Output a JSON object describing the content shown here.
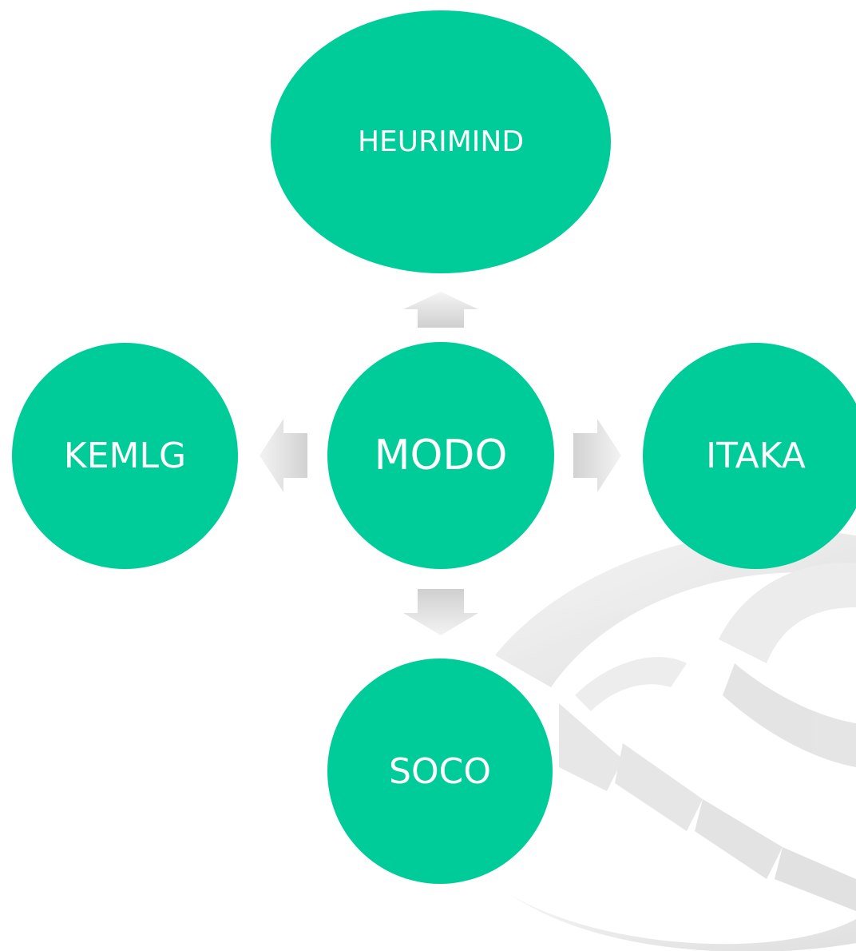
{
  "diagram": {
    "center": {
      "label": "MODO"
    },
    "nodes": [
      {
        "id": "top",
        "label": "HEURIMIND"
      },
      {
        "id": "left",
        "label": "KEMLG"
      },
      {
        "id": "right",
        "label": "ITAKA"
      },
      {
        "id": "bottom",
        "label": "SOCO"
      }
    ],
    "node_color": "#00cc99",
    "text_color": "#ffffff",
    "arrow_color": "#d9d9d9"
  }
}
